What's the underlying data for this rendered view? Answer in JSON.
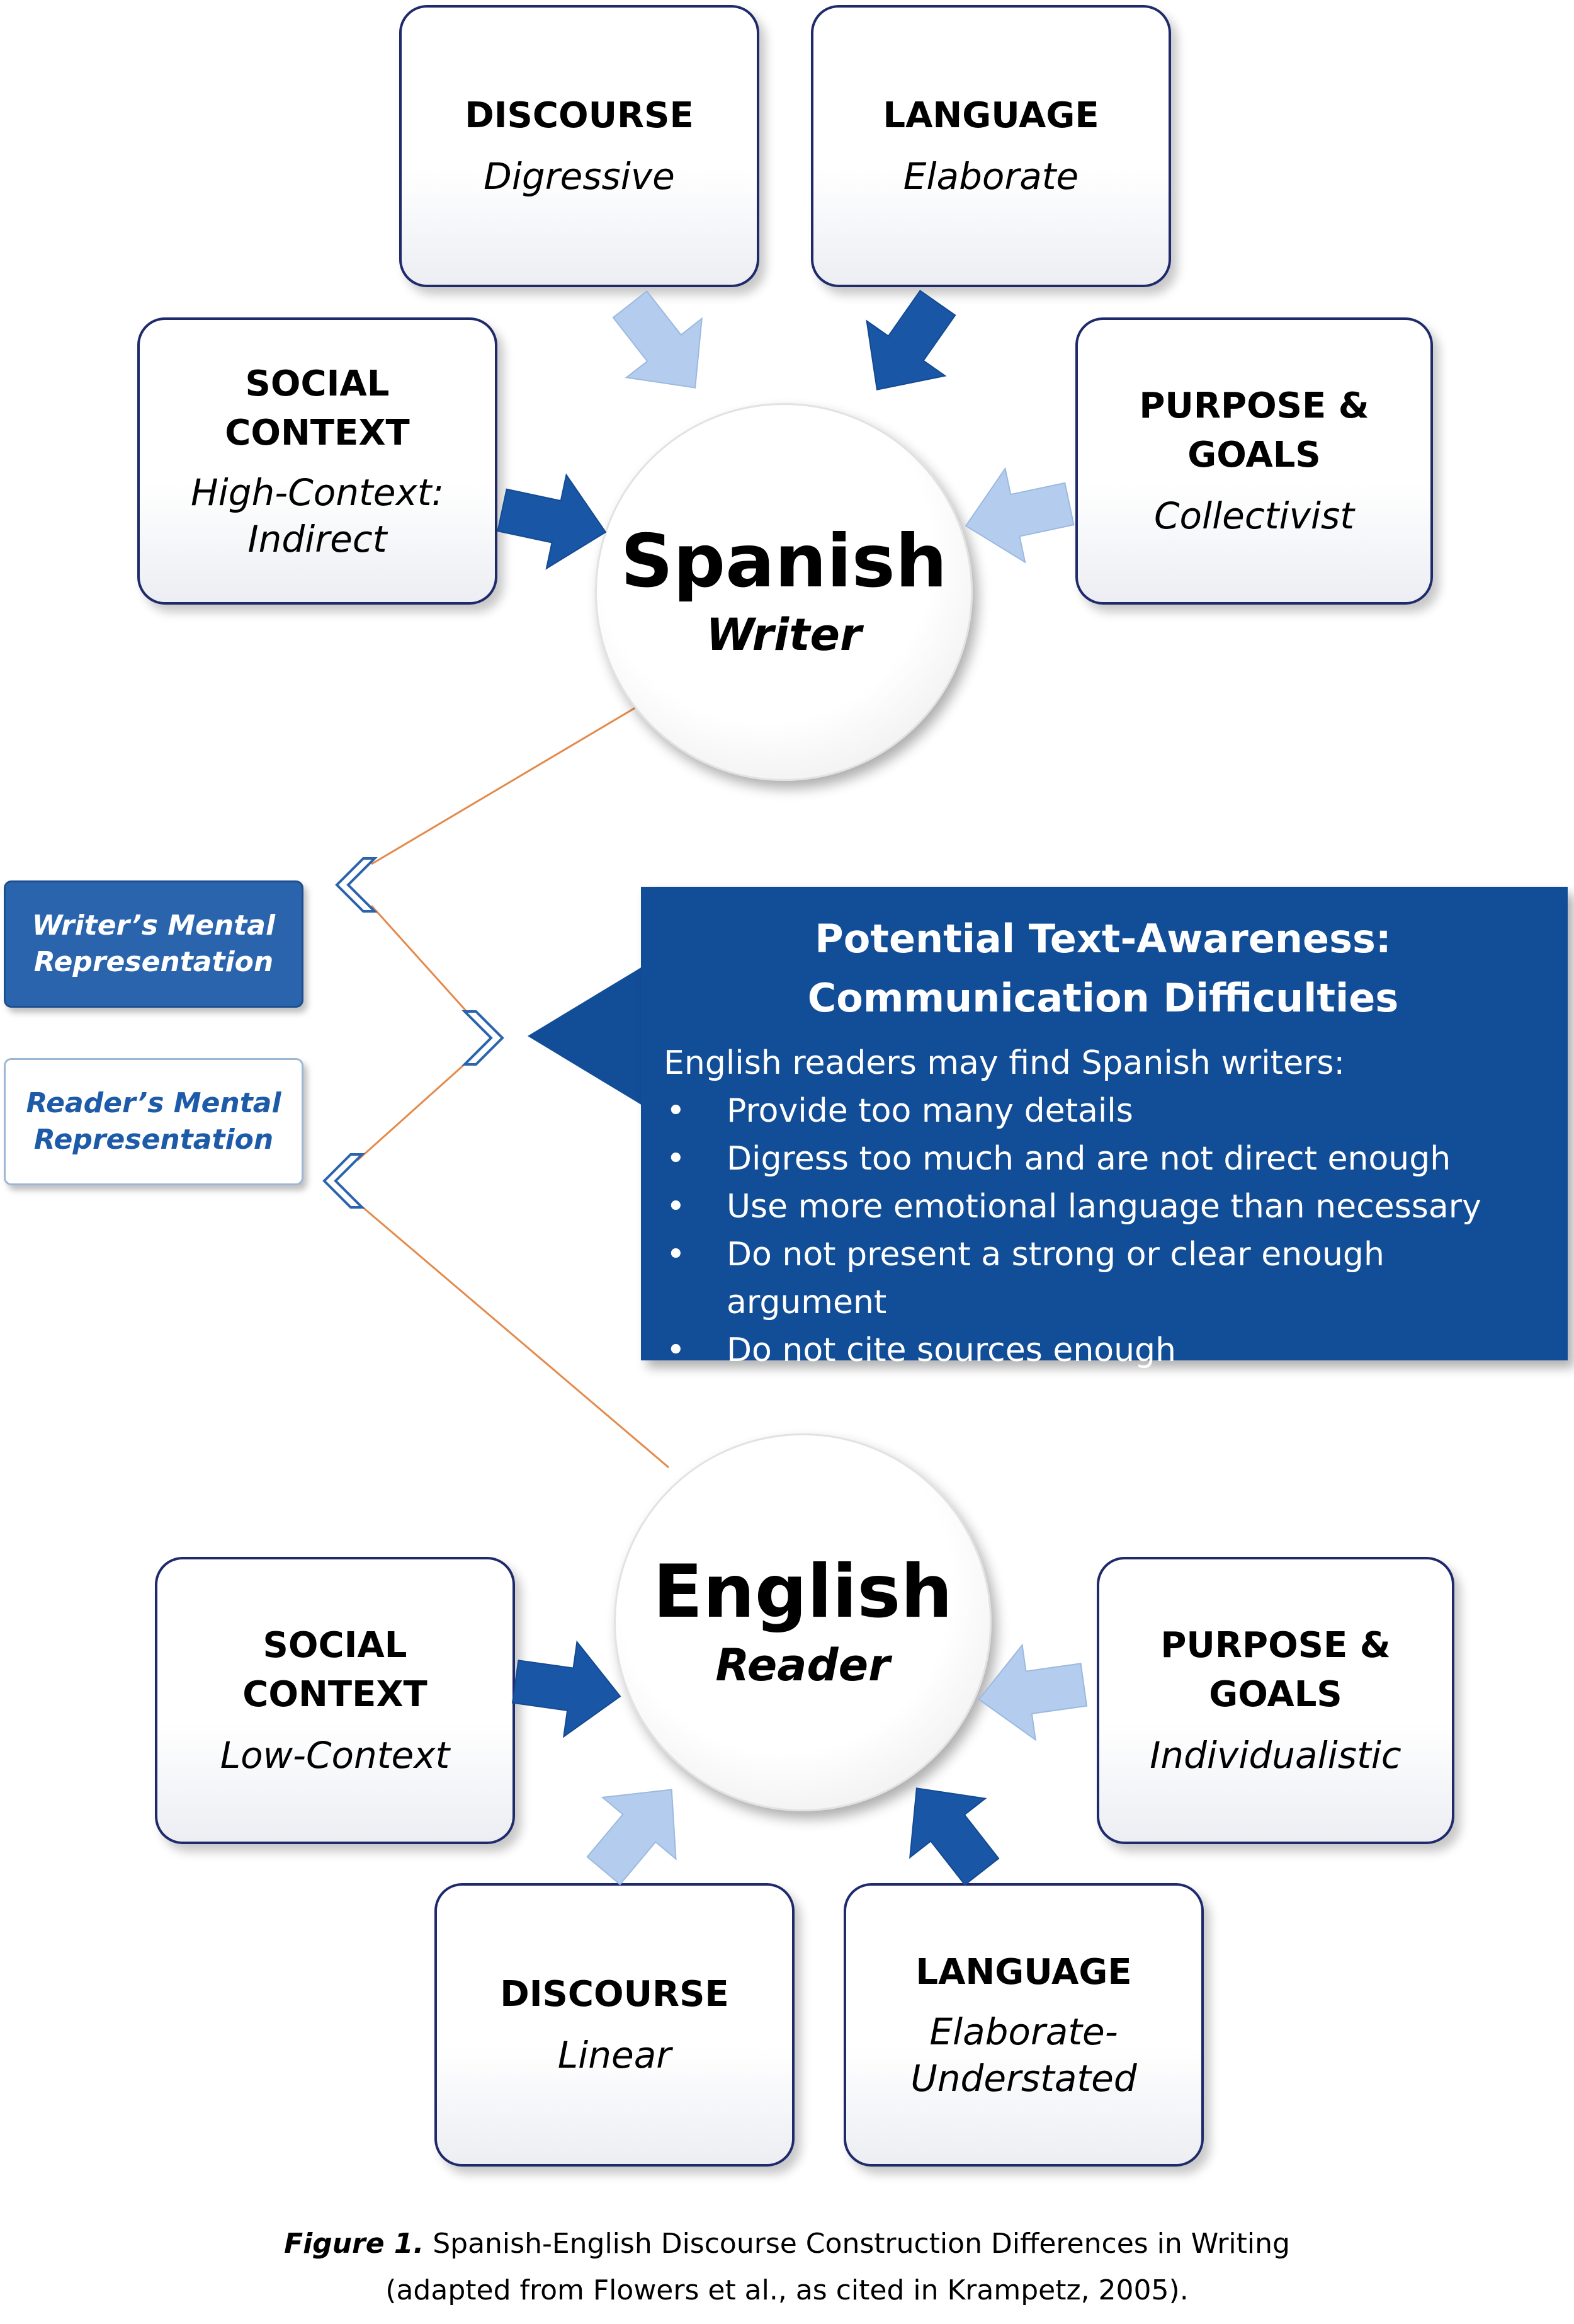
{
  "writer": {
    "title": "Spanish",
    "subtitle": "Writer",
    "factors": {
      "discourse": {
        "title": "DISCOURSE",
        "value": "Digressive"
      },
      "language": {
        "title": "LANGUAGE",
        "value": "Elaborate"
      },
      "social_context": {
        "title": "SOCIAL CONTEXT",
        "value_line1": "High-Context:",
        "value_line2": "Indirect"
      },
      "purpose_goals": {
        "title_line1": "PURPOSE &",
        "title_line2": "GOALS",
        "value": "Collectivist"
      }
    }
  },
  "reader": {
    "title": "English",
    "subtitle": "Reader",
    "factors": {
      "social_context": {
        "title": "SOCIAL CONTEXT",
        "value": "Low-Context"
      },
      "purpose_goals": {
        "title_line1": "PURPOSE &",
        "title_line2": "GOALS",
        "value": "Individualistic"
      },
      "discourse": {
        "title": "DISCOURSE",
        "value": "Linear"
      },
      "language": {
        "title": "LANGUAGE",
        "value_line1": "Elaborate-",
        "value_line2": "Understated"
      }
    }
  },
  "mental_representations": {
    "writer": {
      "line1": "Writer’s Mental",
      "line2": "Representation"
    },
    "reader": {
      "line1": "Reader’s Mental",
      "line2": "Representation"
    }
  },
  "callout": {
    "title_line1": "Potential Text-Awareness:",
    "title_line2": "Communication Difficulties",
    "intro": "English readers may find Spanish writers:",
    "bullet_glyph": "•",
    "items": [
      "Provide too many details",
      "Digress too much and are not direct enough",
      "Use more emotional language than necessary",
      "Do not present a strong or clear enough argument",
      "Do not cite sources enough"
    ]
  },
  "caption": {
    "label": "Figure 1.",
    "line1": "Spanish-English Discourse Construction Differences in Writing",
    "line2": "(adapted from Flowers et al., as cited in Krampetz, 2005)."
  },
  "colors": {
    "dark_arrow": "#1a56a6",
    "light_arrow": "#b4cdee",
    "connector_line": "#e48a4a",
    "callout_fill": "#124d98",
    "box_border": "#1f2a6b"
  }
}
